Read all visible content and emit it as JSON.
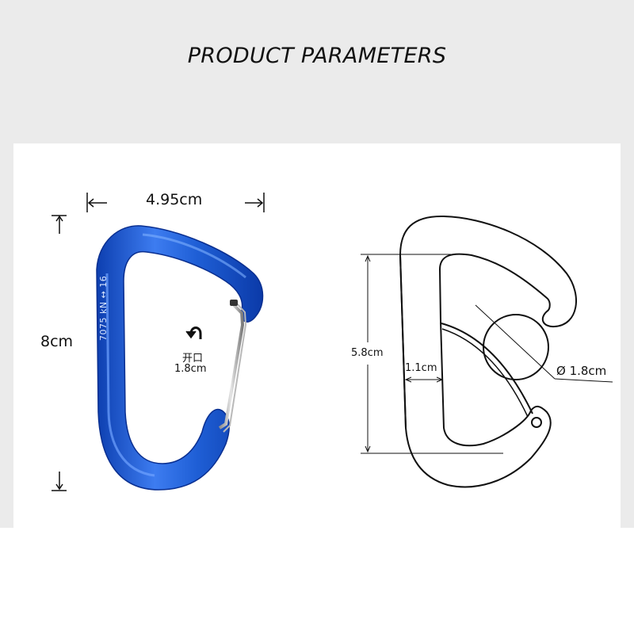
{
  "header": {
    "title": "PRODUCT PARAMETERS"
  },
  "photo": {
    "width_label": "4.95cm",
    "height_label": "8cm",
    "gate_label": "开口",
    "gate_value": "1.8cm",
    "stamp_text": "7075  kN ↔ 16",
    "color": "#1f5fd6"
  },
  "diagram": {
    "inner_height_label": "5.8cm",
    "bar_width_label": "1.1cm",
    "diameter_label": "Ø 1.8cm"
  }
}
